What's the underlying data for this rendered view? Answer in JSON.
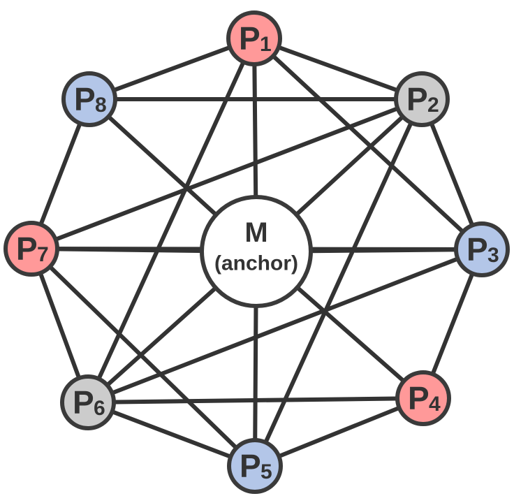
{
  "colors": {
    "red": "#ff9999",
    "gray": "#cccccc",
    "blue": "#b3c6e8",
    "center": "#ffffff",
    "stroke": "#333333"
  },
  "center": {
    "id": "M",
    "title": "M",
    "subtitle": "(anchor)"
  },
  "nodes": [
    {
      "id": "P1",
      "letter": "P",
      "sub": "1",
      "color": "red"
    },
    {
      "id": "P2",
      "letter": "P",
      "sub": "2",
      "color": "gray"
    },
    {
      "id": "P3",
      "letter": "P",
      "sub": "3",
      "color": "blue"
    },
    {
      "id": "P4",
      "letter": "P",
      "sub": "4",
      "color": "red"
    },
    {
      "id": "P5",
      "letter": "P",
      "sub": "5",
      "color": "blue"
    },
    {
      "id": "P6",
      "letter": "P",
      "sub": "6",
      "color": "gray"
    },
    {
      "id": "P7",
      "letter": "P",
      "sub": "7",
      "color": "red"
    },
    {
      "id": "P8",
      "letter": "P",
      "sub": "8",
      "color": "blue"
    }
  ],
  "edges": [
    [
      "P1",
      "P2"
    ],
    [
      "P2",
      "P3"
    ],
    [
      "P3",
      "P4"
    ],
    [
      "P4",
      "P5"
    ],
    [
      "P5",
      "P6"
    ],
    [
      "P6",
      "P7"
    ],
    [
      "P7",
      "P8"
    ],
    [
      "P8",
      "P1"
    ],
    [
      "P1",
      "P3"
    ],
    [
      "P1",
      "P6"
    ],
    [
      "P1",
      "M"
    ],
    [
      "P2",
      "P8"
    ],
    [
      "P2",
      "P7"
    ],
    [
      "P2",
      "P5"
    ],
    [
      "P2",
      "M"
    ],
    [
      "P3",
      "P7"
    ],
    [
      "P3",
      "P6"
    ],
    [
      "P3",
      "M"
    ],
    [
      "P4",
      "P6"
    ],
    [
      "P4",
      "M"
    ],
    [
      "P5",
      "P7"
    ],
    [
      "P5",
      "M"
    ],
    [
      "P6",
      "M"
    ],
    [
      "P7",
      "M"
    ],
    [
      "P8",
      "M"
    ]
  ]
}
